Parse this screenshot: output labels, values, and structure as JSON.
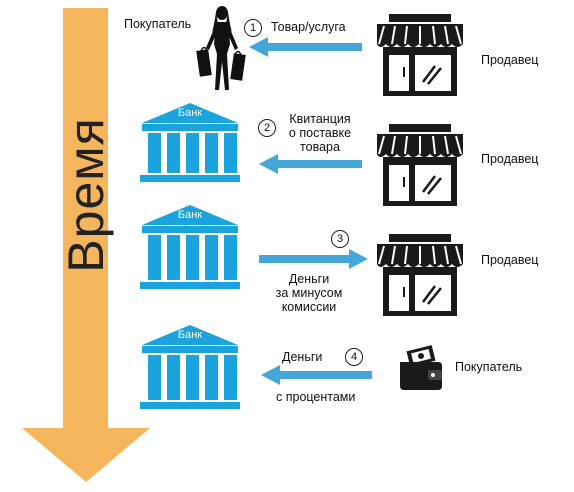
{
  "colors": {
    "time_arrow": "#f4b55c",
    "flow_arrow": "#45a6d9",
    "bank": "#1aa3dc",
    "shop": "#1a1a1a",
    "text": "#111111"
  },
  "time_axis": {
    "label": "Время"
  },
  "steps": [
    {
      "number": "1",
      "text_lines": [
        "Товар/услуга"
      ],
      "direction": "left",
      "from": {
        "label": "Продавец",
        "icon": "store-icon"
      },
      "to": {
        "label": "Покупатель",
        "icon": "shopper-icon"
      }
    },
    {
      "number": "2",
      "text_lines": [
        "Квитанция",
        "о поставке",
        "товара"
      ],
      "direction": "left",
      "from": {
        "label": "Продавец",
        "icon": "store-icon"
      },
      "to": {
        "label": "Банк",
        "icon": "bank-icon"
      }
    },
    {
      "number": "3",
      "text_lines": [
        "Деньги",
        "за минусом",
        "комиссии"
      ],
      "direction": "right",
      "from": {
        "label": "Банк",
        "icon": "bank-icon"
      },
      "to": {
        "label": "Продавец",
        "icon": "store-icon"
      }
    },
    {
      "number": "4",
      "text_lines": [
        "Деньги",
        "с процентами"
      ],
      "direction": "left",
      "from": {
        "label": "Покупатель",
        "icon": "wallet-icon"
      },
      "to": {
        "label": "Банк",
        "icon": "bank-icon"
      }
    }
  ]
}
